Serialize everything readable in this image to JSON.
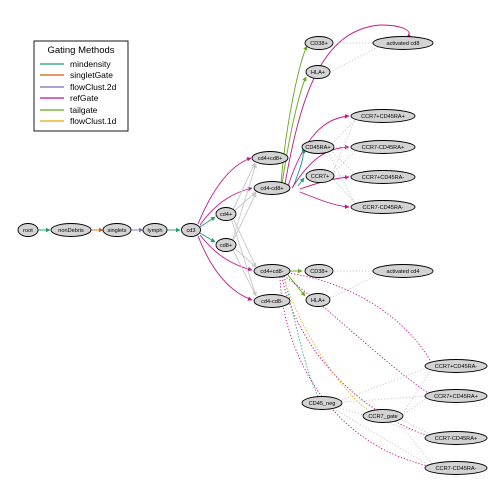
{
  "legend": {
    "title": "Gating Methods",
    "items": [
      {
        "label": "mindensity",
        "color": "#1b9e77"
      },
      {
        "label": "singletGate",
        "color": "#d95f02"
      },
      {
        "label": "flowClust.2d",
        "color": "#7570b3"
      },
      {
        "label": "refGate",
        "color": "#c7148f"
      },
      {
        "label": "tailgate",
        "color": "#66a61e"
      },
      {
        "label": "flowClust.1d",
        "color": "#e6ab02"
      }
    ]
  },
  "nodes": {
    "root": "root",
    "nonDebris": "nonDebris",
    "singlets": "singlets",
    "lymph": "lymph",
    "cd3": "cd3",
    "cd4": "cd4+",
    "cd8": "cd8+",
    "cd4pcd8p": "cd4+cd8+",
    "cd4ncd8p": "cd4-cd8+",
    "cd4pcd8n": "cd4+cd8-",
    "cd4ncd8n": "cd4-cd8-",
    "cd38_8": "CD38+",
    "hla_8": "HLA+",
    "act_cd8": "activated cd8",
    "cd45ra_8": "CD45RA+",
    "ccr7_8": "CCR7+",
    "ccr7p45p_8": "CCR7+CD45RA+",
    "ccr7n45p_8": "CCR7-CD45RA+",
    "ccr7p45n_8": "CCR7+CD45RA-",
    "ccr7n45n_8": "CCR7-CD45RA-",
    "cd38_4": "CD38+",
    "hla_4": "HLA+",
    "act_cd4": "activated cd4",
    "cd45neg": "CD45_neg",
    "ccr7gate": "CCR7_gate",
    "ccr7p45n_4": "CCR7+CD45RA-",
    "ccr7p45p_4": "CCR7+CD45RA+",
    "ccr7n45p_4": "CCR7-CD45RA+",
    "ccr7n45n_4": "CCR7-CD45RA-"
  },
  "colors": {
    "mindensity": "#1b9e77",
    "singletGate": "#d95f02",
    "flowClust2d": "#7570b3",
    "refGate": "#c7148f",
    "tailgate": "#66a61e",
    "flowClust1d": "#e6ab02",
    "grey": "#c8c8c8"
  }
}
